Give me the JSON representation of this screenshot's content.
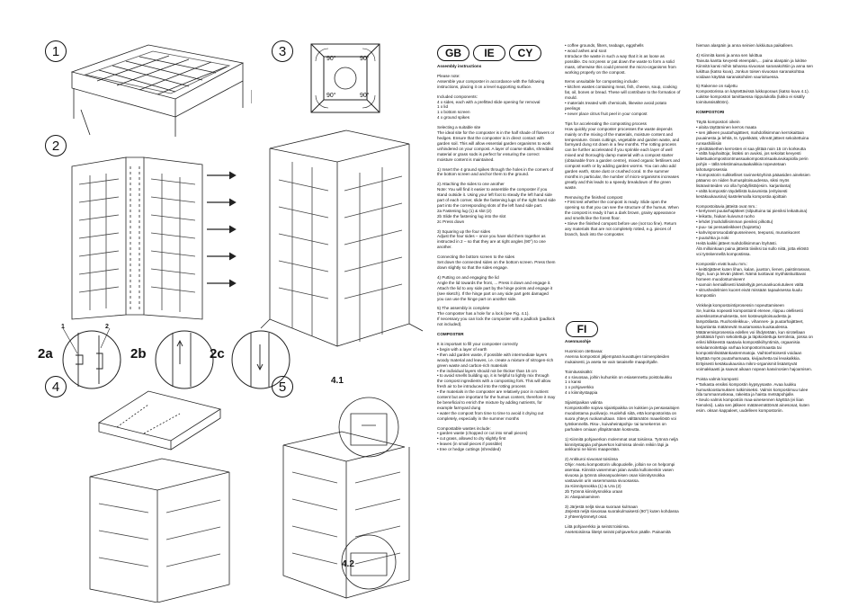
{
  "steps": {
    "s1": "1",
    "s2": "2",
    "s3": "3",
    "s4": "4",
    "s5": "5",
    "s2a": "2a",
    "s2b": "2b",
    "s2c": "2c",
    "n1": "1",
    "n2": "2",
    "s41": "4.1",
    "s42": "4.2"
  },
  "angles": [
    "90°",
    "90°",
    "90°",
    "90°"
  ],
  "languages": {
    "gb": "GB",
    "ie": "IE",
    "cy": "CY",
    "fi": "FI"
  },
  "col1": [
    {
      "b": true,
      "t": "Assembly instructions"
    },
    {
      "t": "Please note:\nAssemble your composter in accordance with the following instructions, placing it on a level supporting surface."
    },
    {
      "t": "Included components:\n4 x sides, each with a prefitted slide opening for removal\n1 x lid\n1 x bottom screen\n4 x ground spikes"
    },
    {
      "t": "Selecting a suitable site\nThe ideal site for the composter is in the half shade of flowers or hedges. Ensure that the composter is in direct contact with garden soil. This will allow essential garden organisms to work unhindered on your compost. A layer of coarse stalks, shredded material or grass sods is perfect for ensuring the correct moisture content is maintained."
    },
    {
      "t": "1) Insert the 4 ground spikes through the holes in the corners of the bottom screen and anchor them to the ground."
    },
    {
      "t": "2) Attaching the sides to one another\nNote: You will find it easier to assemble the composter if you stand outside it. Using your left foot to steady the left hand side part of each corner, slide the fastening lugs of the right hand side part into the corresponding slots of the left hand side part.\n2a Fastening lug (1) & slot (2)\n2b Slide the fastening lug into the slot\n2c Press down"
    },
    {
      "t": "3) Squaring up the four sides\nAdjust the four sides – once you have slid them together as instructed in 2 – so that they are at right angles (90°) to one another."
    },
    {
      "t": "Connecting the bottom screen to the sides\nSet down the connected sides on the bottom screen. Press them down slightly so that the sides engage."
    },
    {
      "t": "4) Putting on and engaging the lid\nAngle the lid towards the front, ... Press it down and engage it. Attach the lid to any side part by the hinge points and engage it (see sketch). If the hinge part on any side part gets damaged you can use the hinge part on another side."
    },
    {
      "t": "5) The assembly is complete\nThe composter has a hole for a lock (see Fig. 4.1).\nIf necessary you can lock the composter with a padlock (padlock not included)."
    },
    {
      "b": true,
      "t": "COMPOSTER"
    },
    {
      "t": "It is important to fill your composter correctly\n• begin with a layer of earth\n• then add garden waste, if possible with intermediate layers woody material and leaves, i.e. create a mixture of nitrogen-rich green waste and carbon-rich materials\n• the individual layers should not be thicker than 15 cm\n• to avoid smells building up, it is helpful to lightly mix through the compost ingredients with a composting fork. This will allow fresh air to be introduced into the rotting process\n• the materials in the composter are relatively poor in nutrient content but are important for the humus content, therefore it may be beneficial to enrich the mixture by adding nutrients, for example farmyard dung\n• water the compost from time to time to avoid it drying out completely, especially in the summer months"
    },
    {
      "t": "Compostable wastes include:\n• garden waste (chopped or cut into small pieces)\n• cut grass, allowed to dry slightly first\n• leaves (in small pieces if possible)\n• tree or hedge cuttings (shredded)"
    }
  ],
  "col2a": [
    {
      "t": "• coffee grounds, filters, teabags, eggshells\n• wood ashes and soot\nIntroduce the waste in such a way that it is as loose as possible. Do not press or pat down the waste to form a solid mass, otherwise this could prevent the micro-organisms from working properly on the compost."
    },
    {
      "t": "Items unsuitable for composting include:\n• kitchen wastes containing meat, fish, cheese, soup, cooking fat, oil, bones or bread. These will contribute to the formation of mould.\n• materials treated with chemicals, likewise avoid potato peelings\n• never place citrus fruit peel in your compost"
    },
    {
      "t": "Tips for accelerating the composting process\nHow quickly your composter processes the waste depends mainly on the mixing of the materials, moisture content and temperature. Grass cuttings, vegetable and garden waste, and farmyard dung rot down in a few months. The rotting process can be further accelerated if you sprinkle each layer of well mixed and thoroughly damp material with a compost starter (obtainable from a garden centre), mixed organic fertilisers and compost earth or by adding garden worms. You can also add garden earth, stone dust or crushed coral. In the summer months in particular, the number of micro-organisms increases greatly and this leads to a speedy breakdown of the green waste."
    },
    {
      "t": "Removing the finished compost\n• First test whether the compost is ready. Slide open the opening so that you can see the structure of the humus. When the compost is ready it has a dark brown, grainy appearance and smells like the forest floor.\n• Sieve the finished compost before use (not too fine). Return any materials that are not completely rotted, e.g. pieces of branch, back into the composter."
    }
  ],
  "col2b": [
    {
      "b": true,
      "t": "Asennusohje"
    },
    {
      "t": "Huomioon otettavaa:\nAsenna kompostori jäljempänä kuvattujen toimenpiteiden mukaisesti, ja aseta se vain tasaiselle maapohjalle."
    },
    {
      "t": "Toimitussisältö:\n4 x sivuosaa, joihin kuhunkin on esiasennettu poistoluukku\n1 x kansi\n1 x pohjaverkko\n4 x kiinnitystappia"
    },
    {
      "t": "Sijaintipaikan valinta\nKompostorille sopiva sijaintipaikka on kukkien ja pensasaitojen muodostama puolivarjo. Huolehdi siitä, että kompostorista on suora yhteys ruokamultaan. Siten välttämätön maaeliöstö voi työskennellä. Risu-, kuivaheinäpohja- tai turvekerros on parhaiten omiaan ylläpitämään kosteutta."
    },
    {
      "t": "1) Kiinnitä pohjaverkon molemmat osat toisiinsa. Työnnä neljä kiinnitystappia pohjaverkon kulmissa oleviin reikiin läpi ja ankkuroi ne kiinni maaperään."
    },
    {
      "t": "2) Ankkuroi sivuosat toisiinsa\nOhje: Asetu kompostorin ulkopuolelle, jolloin se on helpompi asentaa. Kiinnitä vasemman jalan avulla kulloinenkin vasen sivuosa ja työnnä oikeanpuoleisen osan kiinnitysnokka vastaaviin urin vasemmassa sivuosassa.\n2a Kiinnitysnokka (1) & Ura (2)\n2b Työnnä kiinnitysnokka uraan\n2c Alaspainaminen"
    },
    {
      "t": "3) Järjestä neljä sivua suoraan kulmaan\nJärjestä neljä sivuosaa suorakulmaisesti (90°) kuten kohdassa 2 yhteenlyönnetyt osat."
    },
    {
      "t": "Liitä pohjaverkko ja seinät toisiinsa.\nAsetetoisiinsa liitetyt seinät pohjaverkon päälle. Painamitä"
    }
  ],
  "col3": [
    {
      "t": "hieman alaspäin ja anna seinien lukkiutua paikalleen."
    },
    {
      "t": "4) Kiinnitä kansi ja anna sen lukittua\nTaivuta kantta kevyesti eteenpäin,... paina alaspäin ja lukitse Kiinnitä kansi mihin tahansa sivuosan saranakohtiin ja anna sen lukittua (katso kuva). Jonkun toisen sivuosan saranakohtaa voidaan käyttää saranakohden vaurioituessa."
    },
    {
      "t": "5) Rakenne on suljettu\nKompostorissa on käytettävissä lukkoporaus (katso kuva 4.1). Lukitse kompostori tarvittaessa riippulukolla (lukko ei sisälly toimitussisältöön)."
    },
    {
      "b": true,
      "t": "KOMPOSTORI"
    },
    {
      "t": "Täytä kompostori oikein\n• aloita täyttäminen kerros maata\n• sen jälkeen puutarhajätteet, mahdollisimman kerrokaittain puuainesta ja lehtiä, ts. typekkäät, vihreät jätteet sekoitettuina runsashiiliisiin\n• yksittäisethen kerrosten ei saa ylittää noin 15 cm korkeutta\n• vältä hajuhaittoja; lisäksi on avuksi, jos sekoitat kevyesti laitettuakompostiontmassaakompostorisaakuivukapiolla perin pohjin – tällä tekstimaisuutaakaikkia nopeutetaan lahotusprosessia\n• kompostorin sulkkelliset ravinneköyhinä pääasiden aineksien pääarvo on niiden humuspitoisuudessa, siksi myös lisäravinteiden voi olla hyödyllistä(esim. karjanlanta)\n• vältä kompostin täydellistä kuivumista (erityisesti kesäkuukausina) kastelemalla kompostia ajoittain"
    },
    {
      "t": "Kompostoitavia jätteitä ovat mm.:\n• kertyneet puutarhajätteet (silputtuina tai pieniksi leikattuina)\n• leikattu, hiukan kuivunut ruoho\n• lehdet (mahdollisimman pieniksi pilkottu)\n• puu- tai pensasleikkeet (hajotettu)\n• kahvinporosuodatinpusseineen, teepussi, munankuoret\n• puutuhka ja noki\nHeitä kaikki jätteet mahdollisimman löyhästi.\nÄlä milloinkaan paina jätteitä tiiviiksi tai sullo niitä, jotta eliöstö voi työskennellä kompostissa."
    },
    {
      "t": "Kompostiin eivät kuulu mm.:\n• keittiöjätteet kuten lihan, kalan, juuston, lienen, paistinrasvan, öljyn, luun ja leivän jätteet. Nämä tuottavat myöhäiskuittavat homeen muodostumiseen!\n• samoin kemiallisesti käsiteltyjä perunankuoriutuleen vältä\n• sitrushedelmien kuoret eivät missään tapauksessa kuulu kompostiin"
    },
    {
      "t": "Vinkkejä kompostointiprosessin nopeuttamiseen\nSe, kuinka nopeasti kompostointi etenee, riippuu olellisesti ainesksosteumuksesta, sen kosteuspitoisuudesta ja lämpötilasta. Ruohonleikkuu-, vihannes- ja puutarhajätteet, karjanlanta mätänevät muutamassa kuukaudessa. Mätänemisprosessia edellen voi lihdytetään, kun sirotellaan yksittäisiä hyvin sekoitettuja ja läpikostettuja kerroksia, joissa on eriksi kilkkeestä saatavia kompostikiihyntimiä, orgaanisia sekalannoitettaja varhaa kompostorimaasta tai kompostinlisätäänkastemmatoja. Vaihtoehtoisesti voidaan käyttää myös puutarhamaata, kivijauhetta tai levakalkkia. Erityisesti kesäkuukausina mikro-organismit lisääntyvät voimakkaasti ja saavat aikaan nopean kasvinosien hajoamisen."
    },
    {
      "t": "Poista valmis komposti\n• Tarkasta ensiksi kompostin kypsyysaste. Avaa luukku humuskoostumuksen tutkimiseksi. Valmis kompostimuu tulee olla tummanruskeaa, rakeista ja haista metsäpohjalle.\n• Seulo valmis kompostiin maa-ainesennen käyttöä (ei liian hienoksi). Laita sen jälkeen mätänemättömät ainesosat, kuten esim. oksan kappaleet, uudelleen kompostoriin."
    }
  ]
}
